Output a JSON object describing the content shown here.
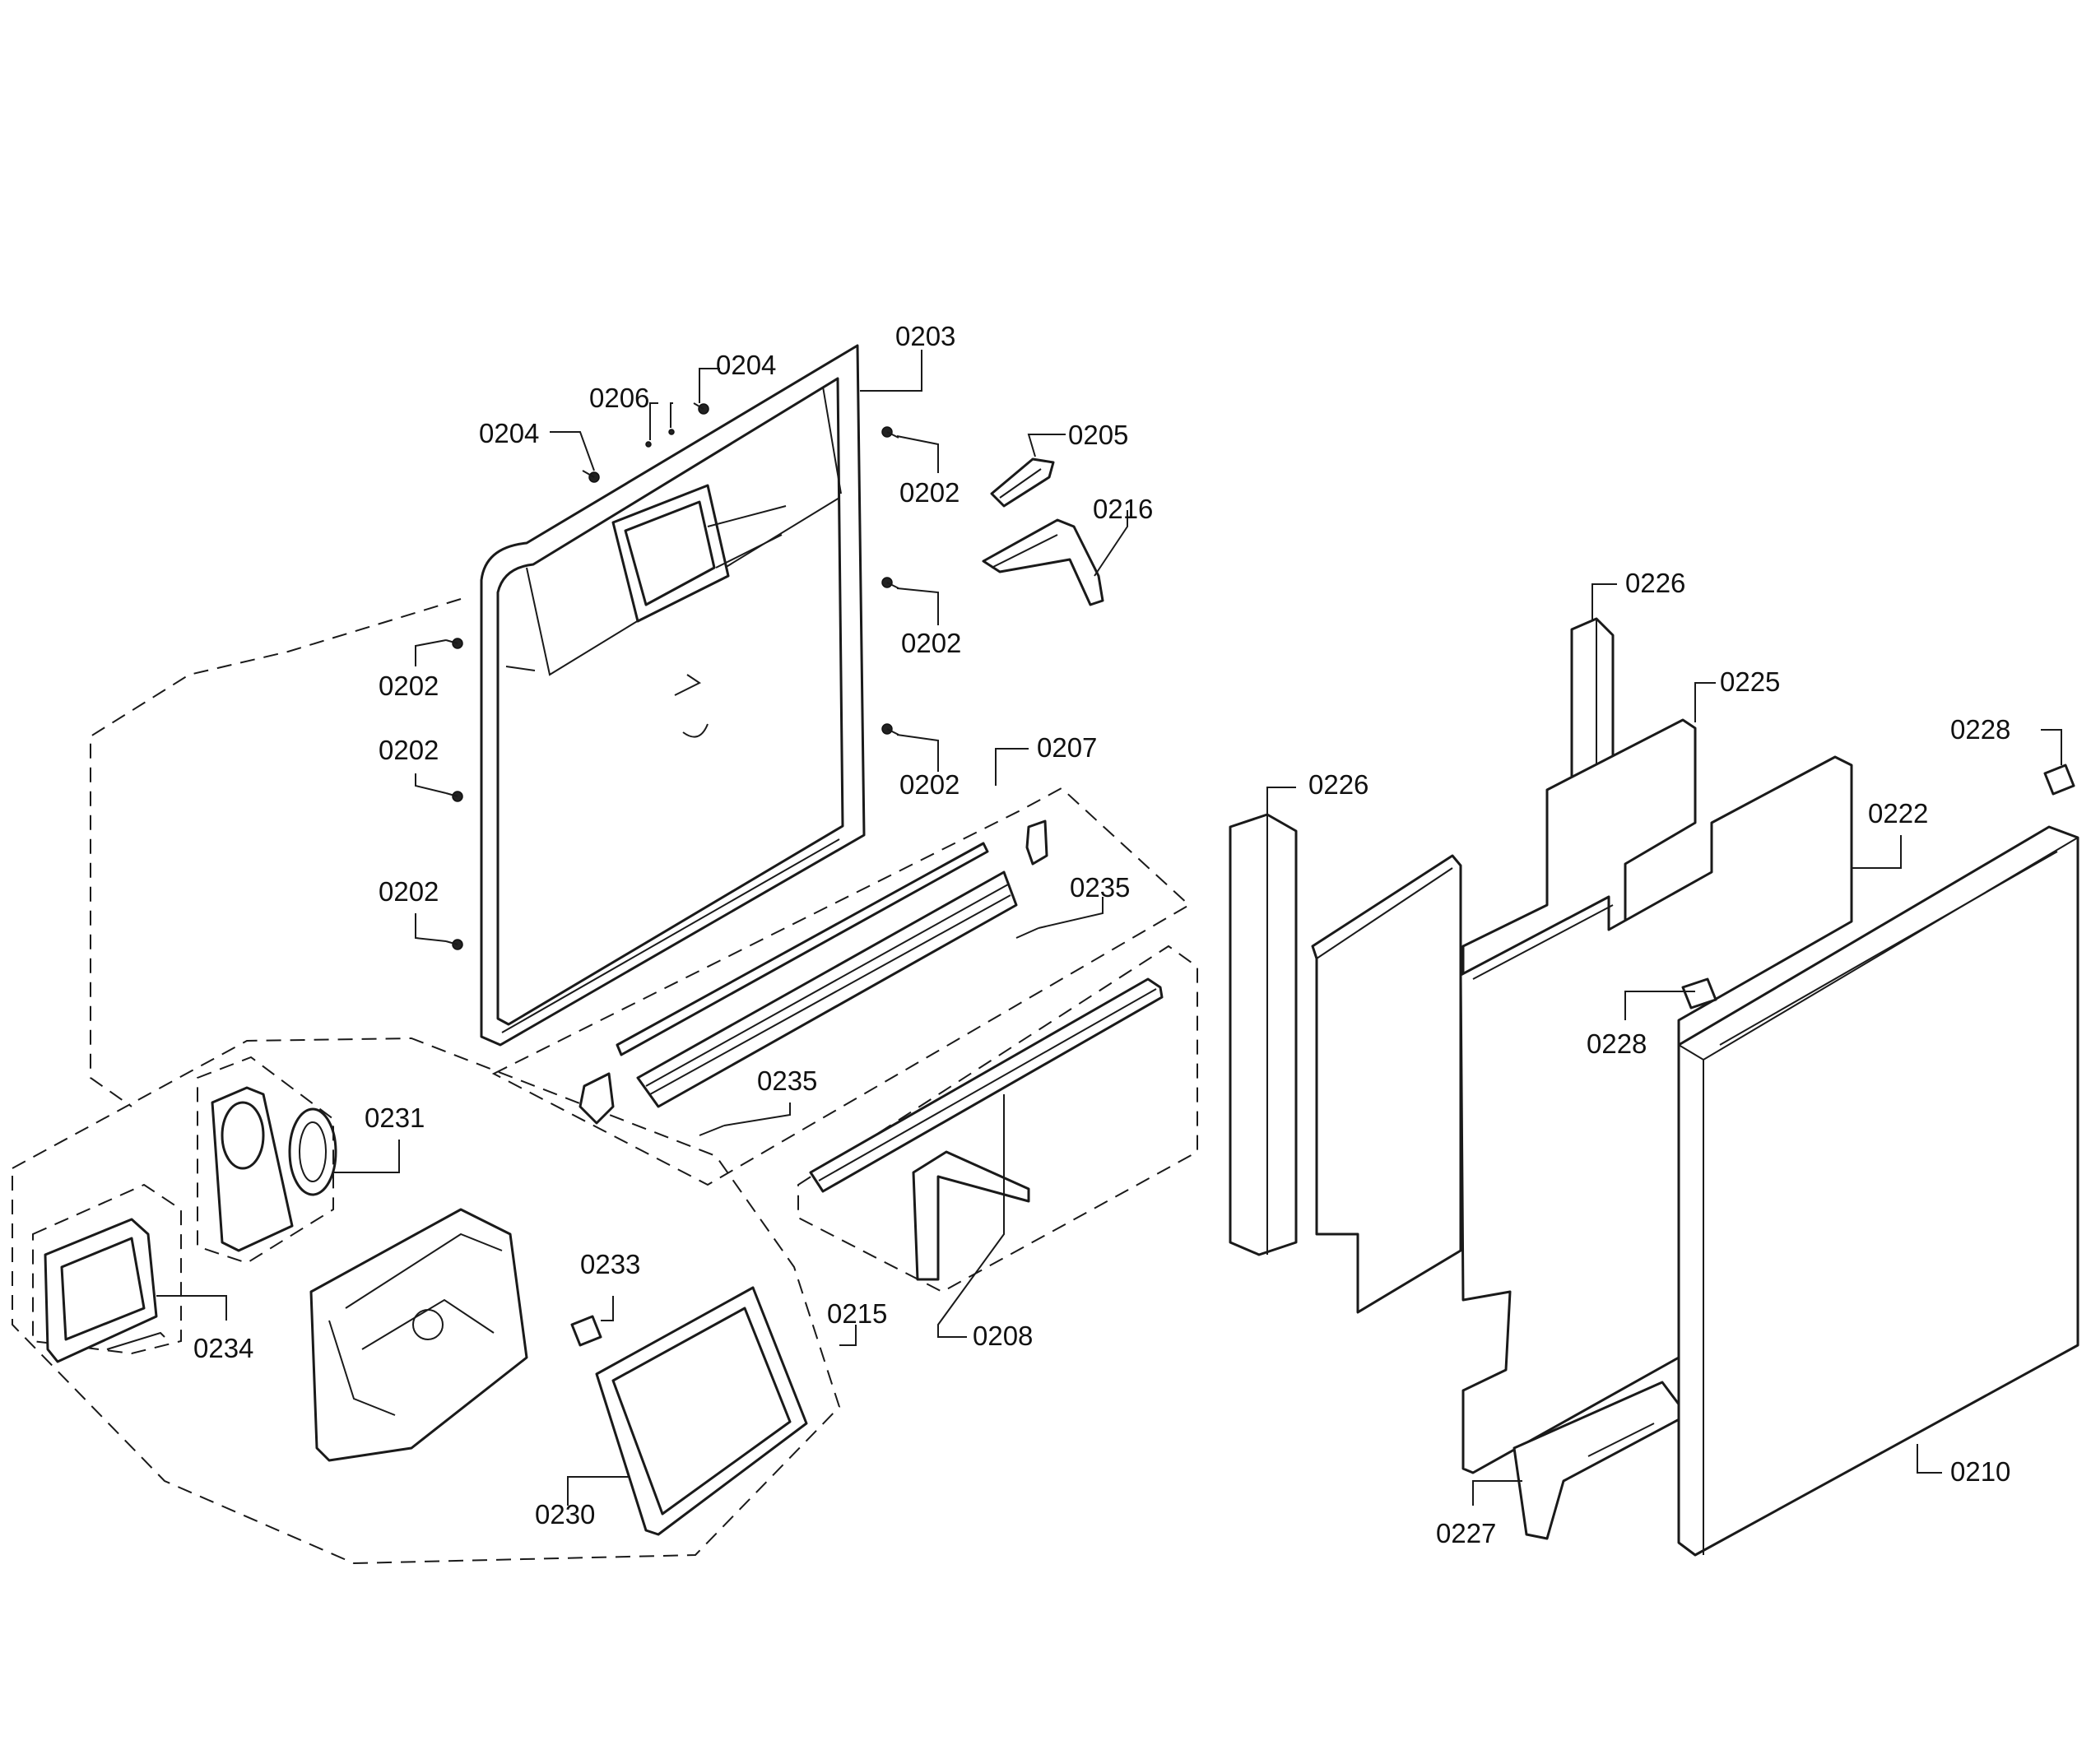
{
  "callouts": {
    "c0203": "0203",
    "c0204a": "0204",
    "c0204b": "0204",
    "c0206": "0206",
    "c0205": "0205",
    "c0216": "0216",
    "c0202_r1": "0202",
    "c0202_r2": "0202",
    "c0202_r3": "0202",
    "c0202_l1": "0202",
    "c0202_l2": "0202",
    "c0202_l3": "0202",
    "c0207": "0207",
    "c0235a": "0235",
    "c0235b": "0235",
    "c0208": "0208",
    "c0231": "0231",
    "c0234": "0234",
    "c0233": "0233",
    "c0215": "0215",
    "c0230": "0230",
    "c0226a": "0226",
    "c0226b": "0226",
    "c0225": "0225",
    "c0228a": "0228",
    "c0228b": "0228",
    "c0222": "0222",
    "c0227": "0227",
    "c0210": "0210"
  }
}
